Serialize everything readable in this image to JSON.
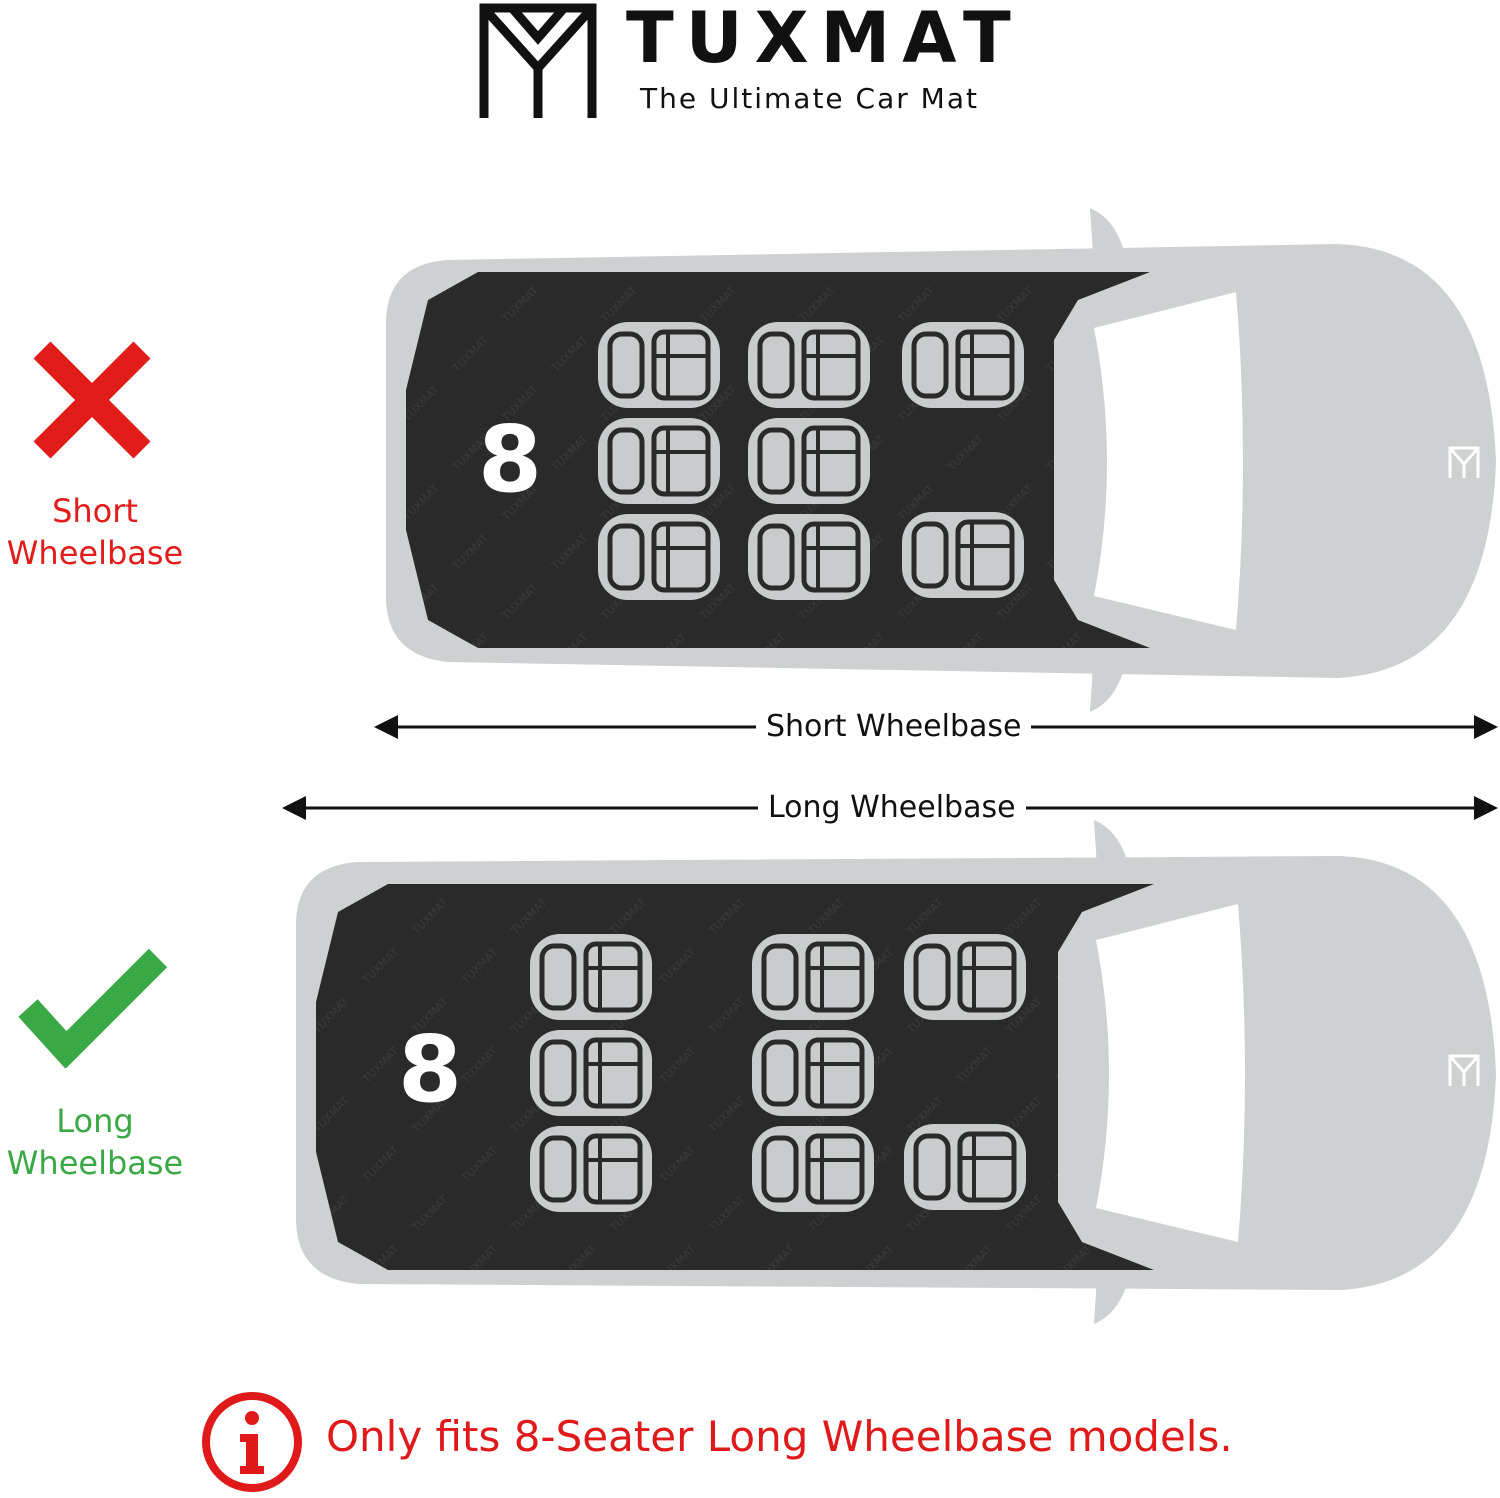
{
  "brand": {
    "name": "TUXMAT",
    "tagline": "The Ultimate Car Mat",
    "logo_icon": "tuxmat-monogram-icon"
  },
  "comparison": {
    "short": {
      "status_icon": "cross-icon",
      "status_color": "#e21b1b",
      "label_line1": "Short",
      "label_line2": "Wheelbase",
      "seat_count": "8",
      "dimension_label": "Short Wheelbase"
    },
    "long": {
      "status_icon": "check-icon",
      "status_color": "#3aa845",
      "label_line1": "Long",
      "label_line2": "Wheelbase",
      "seat_count": "8",
      "dimension_label": "Long Wheelbase"
    }
  },
  "notice": {
    "icon": "info-icon",
    "color": "#e01a1a",
    "text": "Only fits 8-Seater Long Wheelbase models."
  },
  "colors": {
    "car_body": "#ced1d1",
    "mat": "#2a2a2a",
    "seat": "#c9cccc"
  }
}
